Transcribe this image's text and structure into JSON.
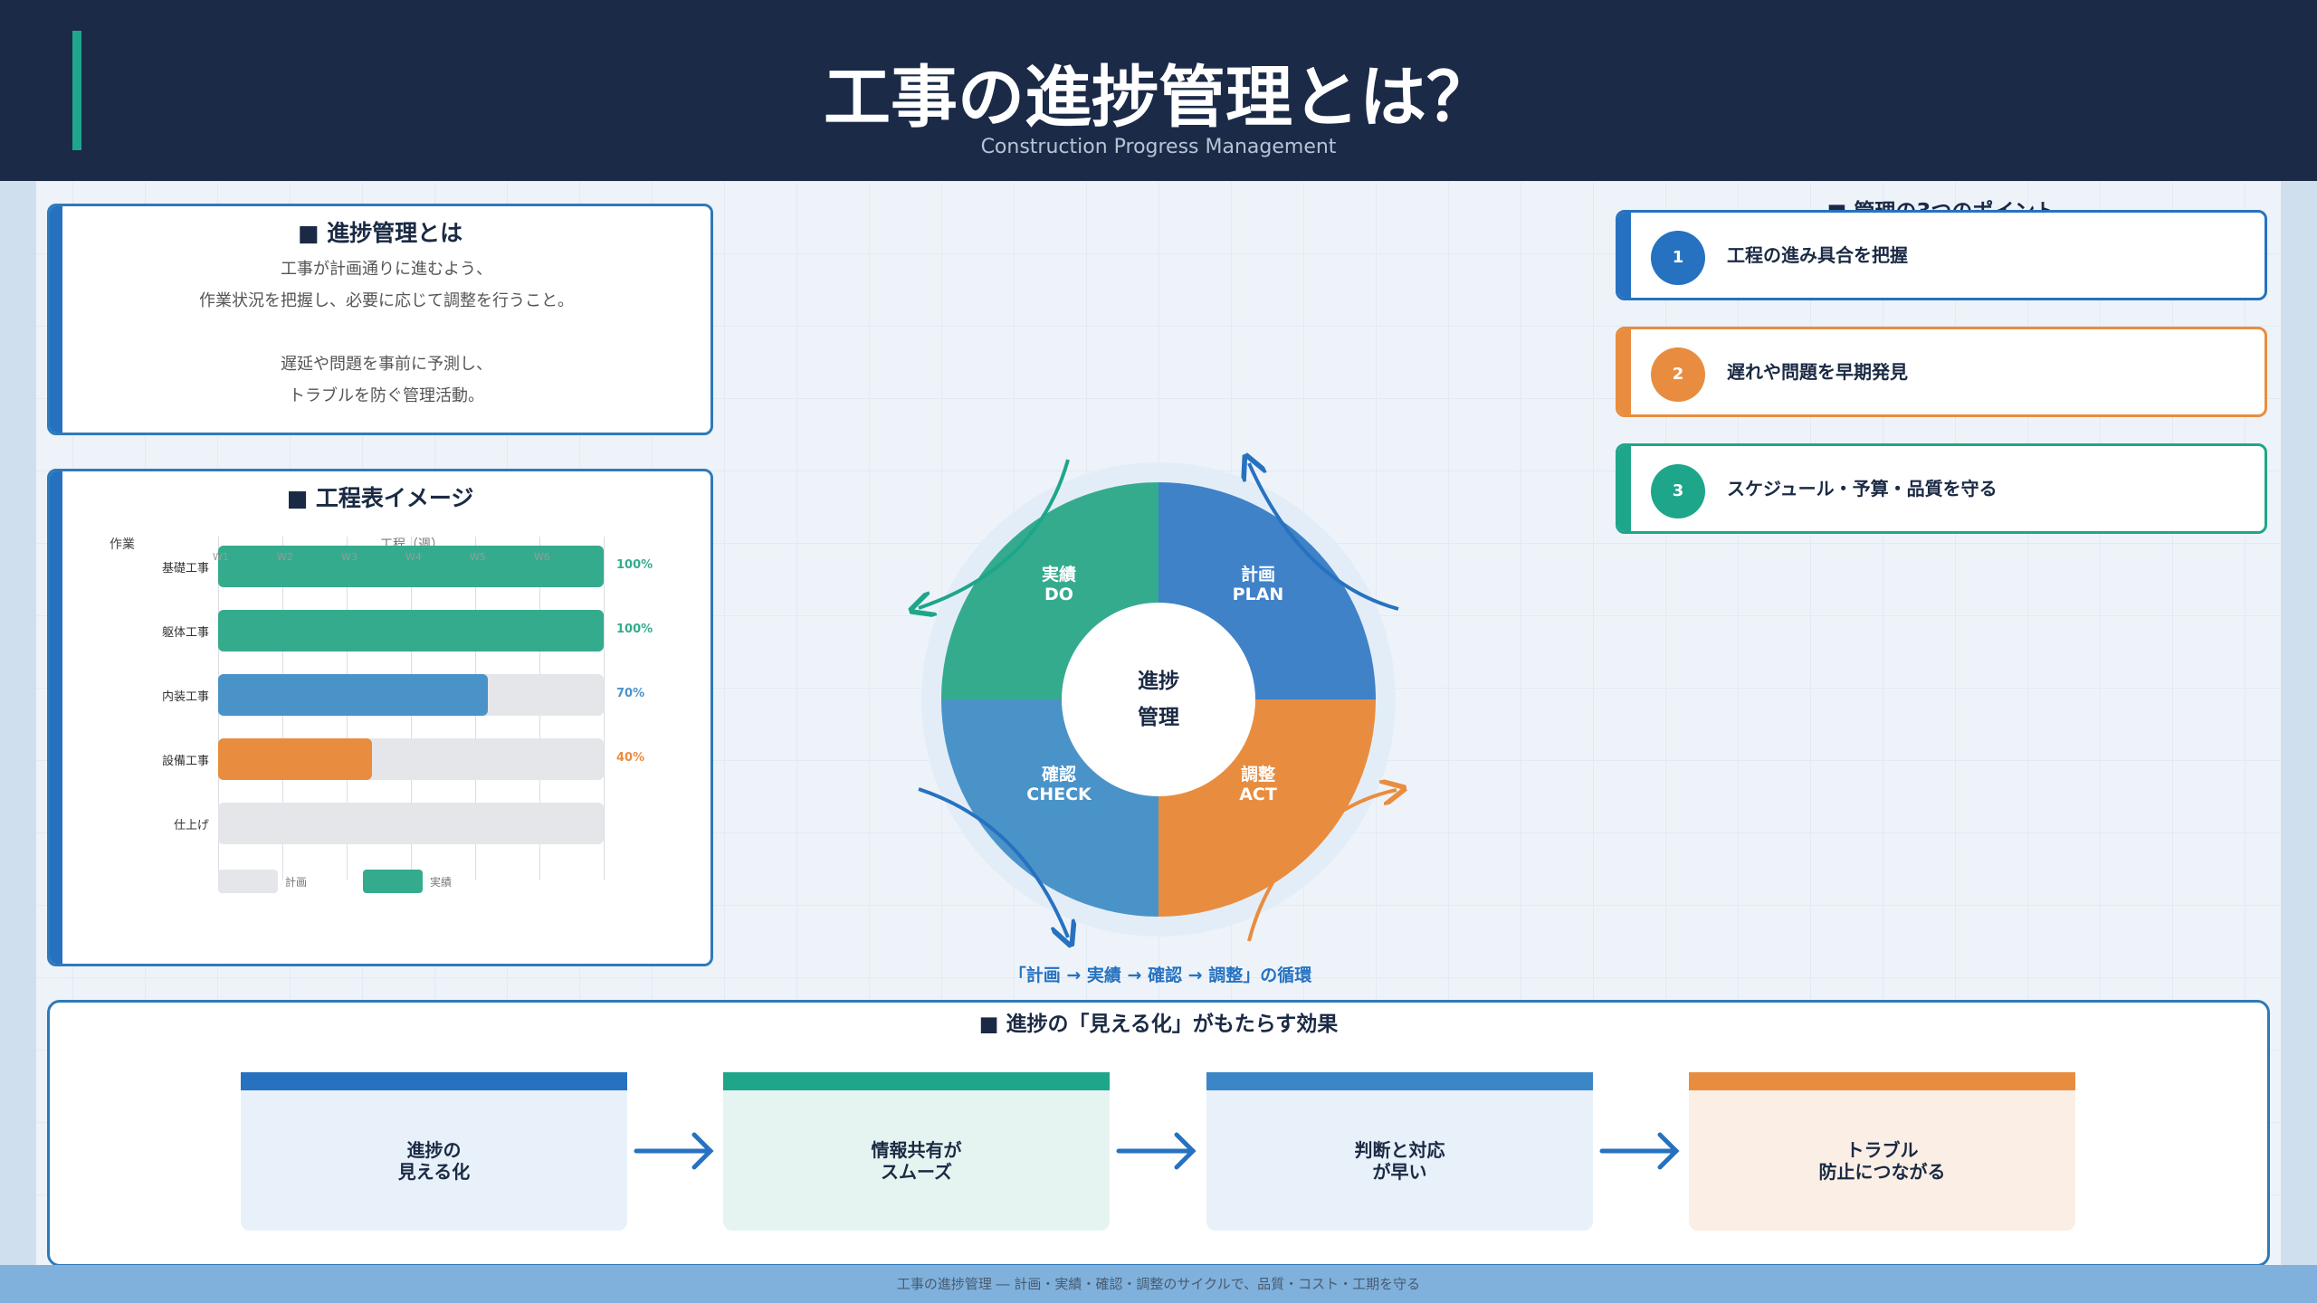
{
  "header": {
    "title": "工事の進捗管理とは？",
    "subtitle": "Construction Progress Management"
  },
  "definition": {
    "title": "■ 進捗管理とは",
    "lines": [
      "工事が計画通りに進むよう、",
      "作業状況を把握し、必要に応じて調整を行うこと。",
      "",
      "遅延や問題を事前に予測し、",
      "トラブルを防ぐ管理活動。"
    ]
  },
  "schedule": {
    "title": "■ 工程表イメージ",
    "task_header": "作業",
    "week_header": "工程（週）",
    "weeks": [
      "W1",
      "W2",
      "W3",
      "W4",
      "W5",
      "W6"
    ],
    "rows": [
      {
        "label": "基礎工事",
        "progress": 1.0,
        "percent_label": "100%",
        "color": "#35ab8e"
      },
      {
        "label": "躯体工事",
        "progress": 1.0,
        "percent_label": "100%",
        "color": "#35ab8e"
      },
      {
        "label": "内装工事",
        "progress": 0.7,
        "percent_label": "70%",
        "color": "#4a93c9"
      },
      {
        "label": "設備工事",
        "progress": 0.4,
        "percent_label": "40%",
        "color": "#e88d3f"
      },
      {
        "label": "仕上げ",
        "progress": 0,
        "percent_label": "",
        "color": "#35ab8e"
      }
    ],
    "legend": {
      "plan": "計画",
      "actual": "実績"
    }
  },
  "cycle": {
    "center_line1": "進捗",
    "center_line2": "管理",
    "quadrants": {
      "do": {
        "jp": "実績",
        "en": "DO",
        "color": "#35ab8e"
      },
      "plan": {
        "jp": "計画",
        "en": "PLAN",
        "color": "#3f82c8"
      },
      "check": {
        "jp": "確認",
        "en": "CHECK",
        "color": "#4a93c9"
      },
      "act": {
        "jp": "調整",
        "en": "ACT",
        "color": "#e88d3f"
      }
    },
    "caption": "「計画 → 実績 → 確認 → 調整」の循環"
  },
  "points": {
    "title": "■ 管理の3つのポイント",
    "items": [
      {
        "num": "1",
        "text": "工程の進み具合を把握",
        "color": "#2672c0"
      },
      {
        "num": "2",
        "text": "遅れや問題を早期発見",
        "color": "#e88d3f"
      },
      {
        "num": "3",
        "text": "スケジュール・予算・品質を守る",
        "color": "#1ea68a"
      }
    ]
  },
  "effects": {
    "title": "■ 進捗の「見える化」がもたらす効果",
    "items": [
      {
        "text": "進捗の\n見える化",
        "bar_color": "#2672c0",
        "bg": "#e8f1fa"
      },
      {
        "text": "情報共有が\nスムーズ",
        "bar_color": "#1ea68a",
        "bg": "#e6f4f1"
      },
      {
        "text": "判断と対応\nが早い",
        "bar_color": "#3b86c6",
        "bg": "#e8f1fa"
      },
      {
        "text": "トラブル\n防止につながる",
        "bar_color": "#e88d3f",
        "bg": "#fbefe5"
      }
    ]
  },
  "footer": "工事の進捗管理 ― 計画・実績・確認・調整のサイクルで、品質・コスト・工期を守る"
}
